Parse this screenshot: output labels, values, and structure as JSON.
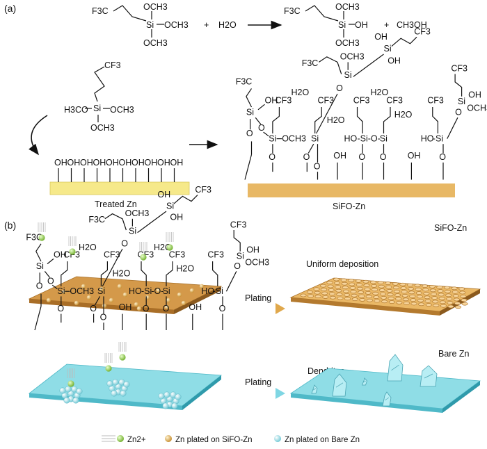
{
  "panel_a": {
    "label": "(a)",
    "eq": {
      "cf3": "F3C",
      "och3": "OCH3",
      "ome_mid": "OCH3",
      "plus": "+",
      "water": "H2O",
      "oh": "OH",
      "methanol": "CH3OH"
    },
    "silane": {
      "cf3": "CF3",
      "h3co": "H3CO",
      "och3": "OCH3"
    },
    "treated_label": "Treated Zn",
    "sifo_label": "SiFO-Zn",
    "ho_units": [
      "OH",
      "OH",
      "OH",
      "OH",
      "OH",
      "OH",
      "OH",
      "OH",
      "OH",
      "OH"
    ],
    "h2o": "H2O",
    "si": "Si",
    "o": "O",
    "ho": "HO",
    "oh": "OH",
    "och3": "OCH3",
    "cf3": "CF3",
    "f3c": "F3C"
  },
  "panel_b": {
    "label": "(b)",
    "sifo_title": "SiFO-Zn",
    "uniform": "Uniform deposition",
    "plating": "Plating",
    "bare_title": "Bare Zn",
    "dendrites": "Dendrites"
  },
  "legend": {
    "zn_ion": "Zn2+",
    "zn_sifo": "Zn plated on SiFO-Zn",
    "zn_bare": "Zn plated on Bare Zn"
  },
  "colors": {
    "treated_plate": "#f6e98a",
    "sifo_plate": "#e8b865",
    "copper_plate": "#c9893a",
    "bare_plate": "#8fdde6",
    "zn_ion_green": "#8cc63f",
    "zn_plated": "#d9aa55",
    "zn_bare_ball": "#9fdbe2"
  }
}
